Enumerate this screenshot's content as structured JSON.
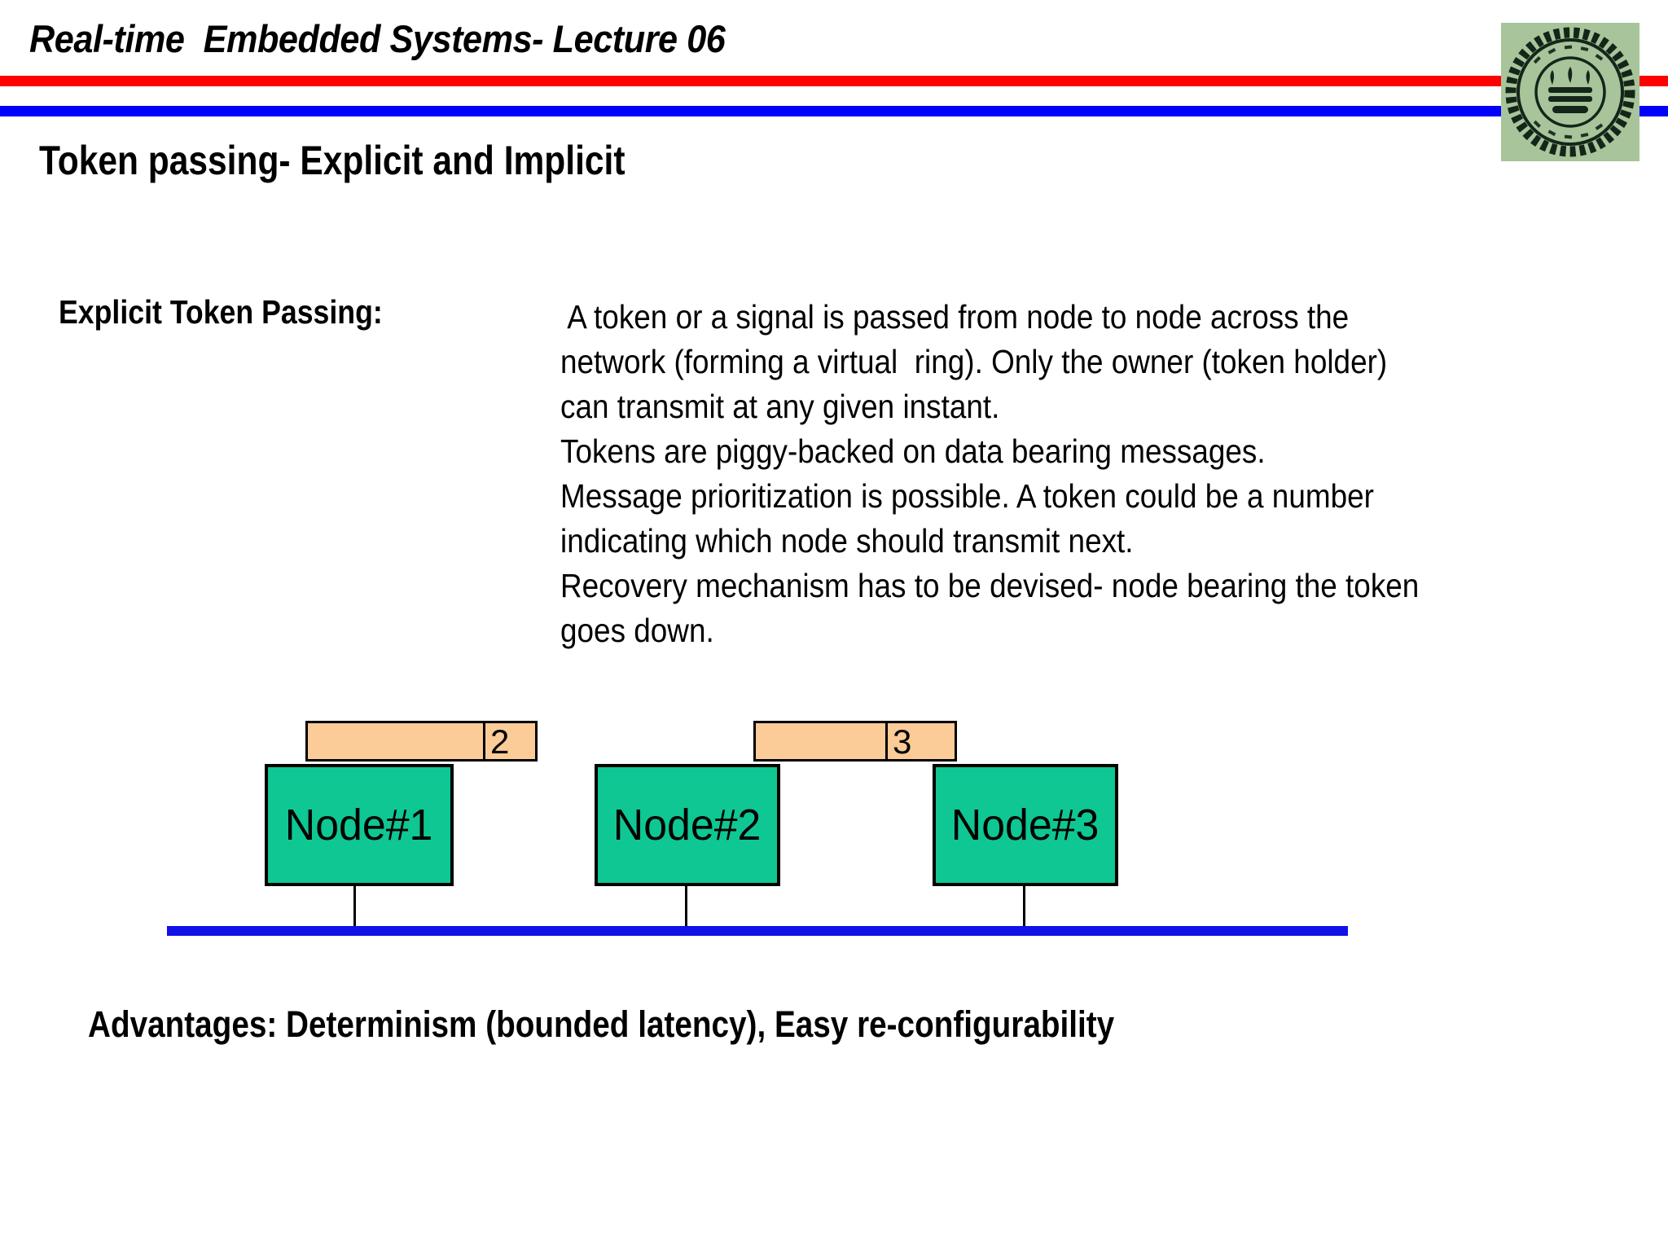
{
  "header": {
    "title": "Real-time  Embedded Systems- Lecture 06",
    "rule_red_color": "#ff0000",
    "rule_blue_color": "#0000ff",
    "logo_name": "university-seal-logo",
    "logo_background": "#a8c49a"
  },
  "slide": {
    "title": "Token passing- Explicit and Implicit"
  },
  "content": {
    "section_label": "Explicit Token Passing:",
    "lines": [
      " A token or a signal is passed from node to node across the",
      "network (forming a virtual  ring). Only the owner (token holder)",
      "can transmit at any given instant.",
      "Tokens are piggy-backed on data bearing messages.",
      "Message prioritization is possible. A token could be a number",
      "indicating which node should transmit next.",
      "Recovery mechanism has to be devised- node bearing the token",
      "goes down."
    ]
  },
  "diagram": {
    "node_fill": "#0ec793",
    "packet_fill": "#fbcb98",
    "bus_color": "#1010e8",
    "nodes": [
      {
        "label": "Node#1"
      },
      {
        "label": "Node#2"
      },
      {
        "label": "Node#3"
      }
    ],
    "packets": [
      {
        "token": "2"
      },
      {
        "token": "3"
      }
    ]
  },
  "footer": {
    "advantages": "Advantages: Determinism (bounded latency), Easy re-configurability"
  }
}
